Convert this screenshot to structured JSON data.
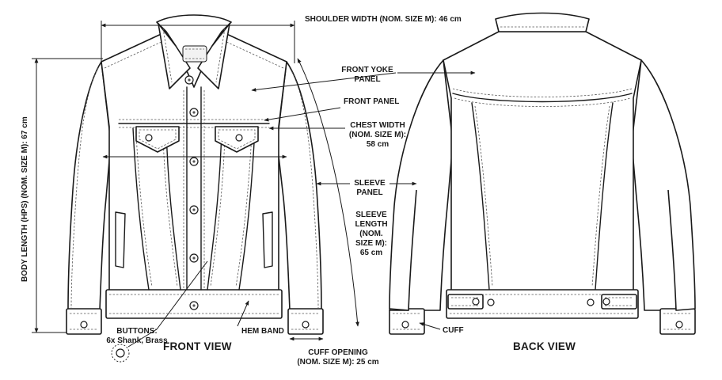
{
  "views": {
    "front": "FRONT VIEW",
    "back": "BACK VIEW"
  },
  "measurements": {
    "shoulder_width": "SHOULDER WIDTH (NOM. SIZE M): 46 cm",
    "body_length": "BODY LENGTH (HPS) (NOM. SIZE M): 67 cm",
    "chest_width": [
      "CHEST WIDTH",
      "(NOM. SIZE M):",
      "58 cm"
    ],
    "sleeve_length": [
      "SLEEVE",
      "LENGTH",
      "(NOM.",
      "SIZE M):",
      "65 cm"
    ],
    "cuff_opening": [
      "CUFF OPENING",
      "(NOM. SIZE M): 25 cm"
    ]
  },
  "parts": {
    "front_yoke": [
      "FRONT YOKE",
      "PANEL"
    ],
    "front_panel": "FRONT PANEL",
    "sleeve_panel": [
      "SLEEVE",
      "PANEL"
    ],
    "buttons": [
      "BUTTONS:",
      "6x Shank, Brass"
    ],
    "hem_band": "HEM BAND",
    "cuff": "CUFF"
  },
  "colors": {
    "line": "#1a1a1a",
    "background": "#ffffff"
  }
}
